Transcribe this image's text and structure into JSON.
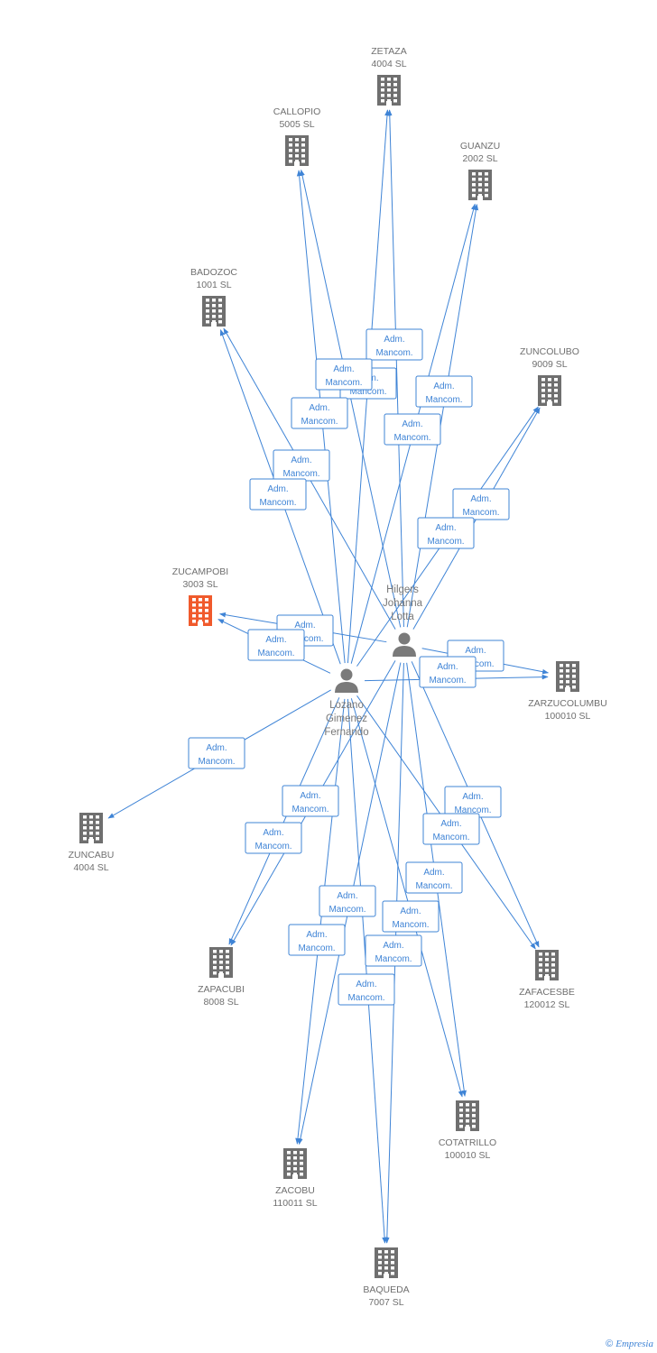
{
  "colors": {
    "edge": "#3f84d6",
    "company": "#6f6f6f",
    "company_highlight": "#f05a2c",
    "person": "#7a7a7a"
  },
  "persons": [
    {
      "id": "hilgers",
      "lines": [
        "Hilgers",
        "Johanna",
        "Lotta"
      ],
      "icon": "person-icon"
    },
    {
      "id": "lozano",
      "lines": [
        "Lozano",
        "Gimenez",
        "Fernando"
      ],
      "icon": "person-icon"
    }
  ],
  "companies": [
    {
      "id": "zetaza",
      "name": "ZETAZA",
      "sub": "4004 SL"
    },
    {
      "id": "callopio",
      "name": "CALLOPIO",
      "sub": "5005 SL"
    },
    {
      "id": "guanzu",
      "name": "GUANZU",
      "sub": "2002 SL"
    },
    {
      "id": "badozoc",
      "name": "BADOZOC",
      "sub": "1001 SL"
    },
    {
      "id": "zuncolubo",
      "name": "ZUNCOLUBO",
      "sub": "9009 SL"
    },
    {
      "id": "zucampobi",
      "name": "ZUCAMPOBI",
      "sub": "3003 SL",
      "highlight": true
    },
    {
      "id": "zarzucolumbu",
      "name": "ZARZUCOLUMBU",
      "sub": "100010 SL"
    },
    {
      "id": "zuncabu",
      "name": "ZUNCABU",
      "sub": "4004 SL"
    },
    {
      "id": "zapacubi",
      "name": "ZAPACUBI",
      "sub": "8008 SL"
    },
    {
      "id": "zafacesbe",
      "name": "ZAFACESBE",
      "sub": "120012 SL"
    },
    {
      "id": "cotatrillo",
      "name": "COTATRILLO",
      "sub": "100010 SL"
    },
    {
      "id": "zacobu",
      "name": "ZACOBU",
      "sub": "110011 SL"
    },
    {
      "id": "baqueda",
      "name": "BAQUEDA",
      "sub": "7007 SL"
    }
  ],
  "relation_label": [
    "Adm.",
    "Mancom."
  ],
  "edges": [
    {
      "from": "hilgers",
      "to": "zetaza"
    },
    {
      "from": "lozano",
      "to": "zetaza"
    },
    {
      "from": "hilgers",
      "to": "callopio"
    },
    {
      "from": "lozano",
      "to": "callopio"
    },
    {
      "from": "hilgers",
      "to": "guanzu"
    },
    {
      "from": "lozano",
      "to": "guanzu"
    },
    {
      "from": "hilgers",
      "to": "badozoc"
    },
    {
      "from": "lozano",
      "to": "badozoc"
    },
    {
      "from": "hilgers",
      "to": "zuncolubo"
    },
    {
      "from": "lozano",
      "to": "zuncolubo"
    },
    {
      "from": "hilgers",
      "to": "zucampobi"
    },
    {
      "from": "lozano",
      "to": "zucampobi"
    },
    {
      "from": "hilgers",
      "to": "zarzucolumbu"
    },
    {
      "from": "lozano",
      "to": "zarzucolumbu"
    },
    {
      "from": "lozano",
      "to": "zuncabu"
    },
    {
      "from": "hilgers",
      "to": "zapacubi"
    },
    {
      "from": "lozano",
      "to": "zapacubi"
    },
    {
      "from": "hilgers",
      "to": "zafacesbe"
    },
    {
      "from": "lozano",
      "to": "zafacesbe"
    },
    {
      "from": "hilgers",
      "to": "cotatrillo"
    },
    {
      "from": "lozano",
      "to": "cotatrillo"
    },
    {
      "from": "hilgers",
      "to": "zacobu"
    },
    {
      "from": "lozano",
      "to": "zacobu"
    },
    {
      "from": "hilgers",
      "to": "baqueda"
    },
    {
      "from": "lozano",
      "to": "baqueda"
    }
  ],
  "footer": {
    "copyright": "©",
    "brand": "Empresia"
  }
}
